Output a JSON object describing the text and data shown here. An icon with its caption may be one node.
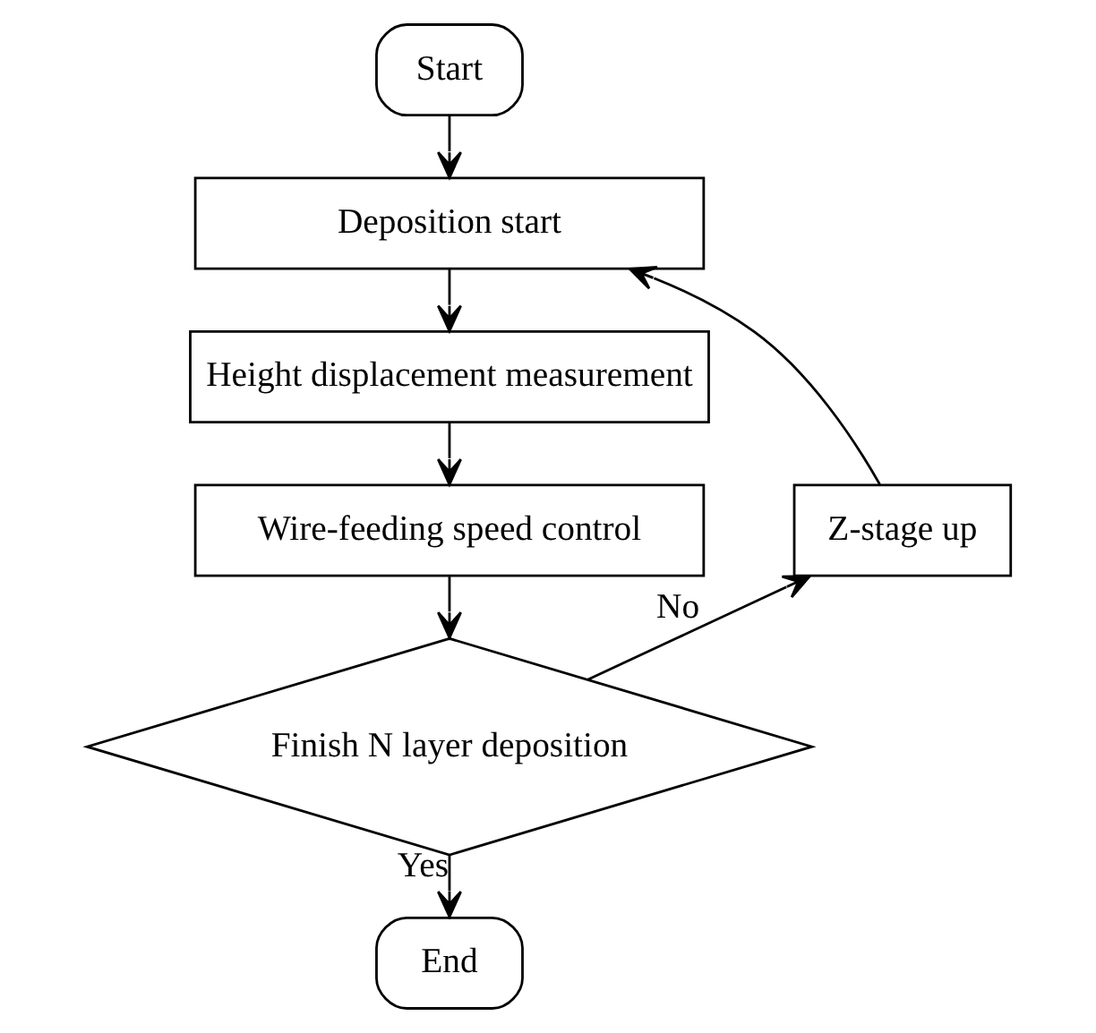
{
  "diagram": {
    "nodes": [
      {
        "text": [
          "Start"
        ]
      },
      {
        "text": [
          "Deposition start"
        ]
      },
      {
        "text": [
          "Height displacement measurement"
        ]
      },
      {
        "text": [
          "Wire-feeding speed control"
        ]
      },
      {
        "text": [
          "Finish N layer deposition"
        ]
      },
      {
        "text": [
          "Z-stage up"
        ]
      },
      {
        "text": [
          "End"
        ]
      }
    ],
    "edges": [
      {
        "from": 0,
        "to": 1,
        "arrow": "to"
      },
      {
        "from": 1,
        "to": 2,
        "arrow": "to"
      },
      {
        "from": 2,
        "to": 3,
        "arrow": "to"
      },
      {
        "from": 3,
        "to": 4,
        "arrow": "to"
      },
      {
        "from": 4,
        "to": 5,
        "arrow": "to",
        "label": "No"
      },
      {
        "from": 5,
        "to": 1,
        "arrow": "to"
      },
      {
        "from": 4,
        "to": 6,
        "arrow": "to",
        "label": "Yes"
      }
    ]
  }
}
